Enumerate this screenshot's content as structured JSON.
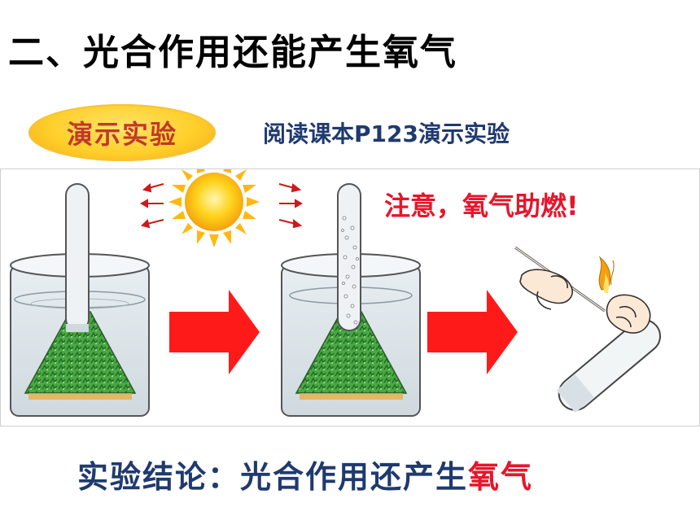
{
  "title": "二、光合作用还能产生氧气",
  "demo_badge": "演示实验",
  "reading_note": "阅读课本P123演示实验",
  "warning": "注意，氧气助燃!",
  "conclusion": {
    "prefix": "实验结论：光合作用还产生",
    "highlight": "氧气"
  },
  "colors": {
    "title": "#000000",
    "accent_red": "#e8152a",
    "navy": "#1f3a6e",
    "badge_yellow": "#ffcf2a",
    "arrow_red": "#ff1a1a",
    "plant_green": "#3f9a3a"
  },
  "icons": [
    "sun-icon",
    "arrow-right-icon",
    "light-ray-icon",
    "test-tube-icon",
    "hand-icon",
    "flame-icon"
  ]
}
